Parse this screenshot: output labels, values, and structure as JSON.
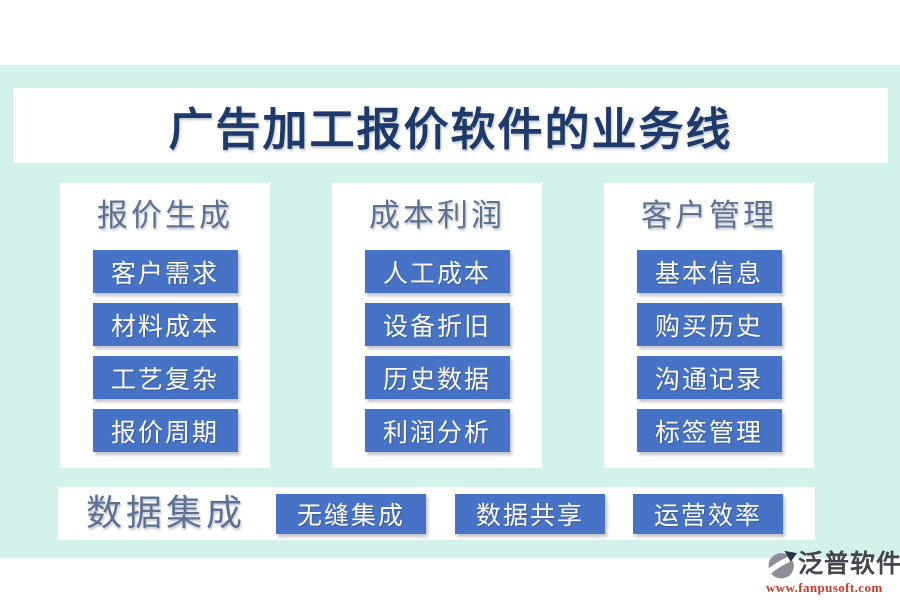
{
  "title": {
    "text": "广告加工报价软件的业务线"
  },
  "columns": [
    {
      "header": "报价生成",
      "items": [
        "客户需求",
        "材料成本",
        "工艺复杂",
        "报价周期"
      ]
    },
    {
      "header": "成本利润",
      "items": [
        "人工成本",
        "设备折旧",
        "历史数据",
        "利润分析"
      ]
    },
    {
      "header": "客户管理",
      "items": [
        "基本信息",
        "购买历史",
        "沟通记录",
        "标签管理"
      ]
    }
  ],
  "bottom_bar": {
    "label": "数据集成",
    "items": [
      "无缝集成",
      "数据共享",
      "运营效率"
    ]
  },
  "footer": {
    "logo_icon": "fanpu-logo-icon",
    "brand": "泛普软件",
    "url": "www.fanpusoft.com"
  },
  "colors": {
    "mint_background": "#d4f2ec",
    "button_blue": "#4673c5",
    "title_navy": "#1e3a6b",
    "header_gray_blue": "#5d7193",
    "brand_gray": "#45454f",
    "url_red": "#c43b2c"
  }
}
